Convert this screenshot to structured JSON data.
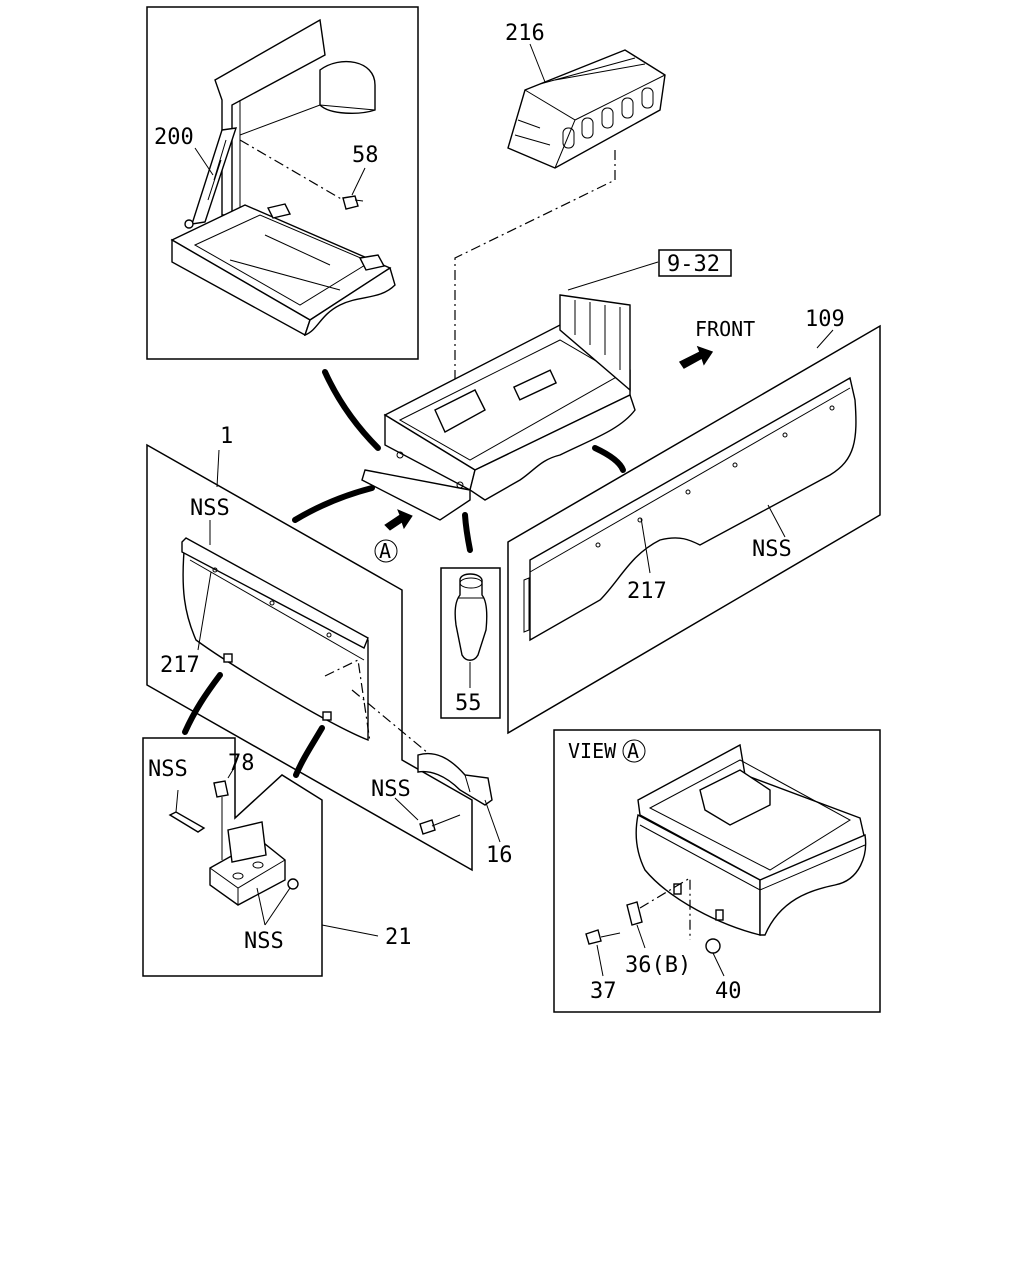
{
  "labels": {
    "p216": "216",
    "p200": "200",
    "p58": "58",
    "p9_32": "9-32",
    "front": "FRONT",
    "p109": "109",
    "p1": "1",
    "nss_top": "NSS",
    "marker_a": "A",
    "nss_right": "NSS",
    "p217_right": "217",
    "p217_left": "217",
    "p55": "55",
    "p78": "78",
    "nss_hinge": "NSS",
    "nss_latch": "NSS",
    "p16": "16",
    "nss_hinge_bottom": "NSS",
    "p21": "21",
    "view_a": "VIEW",
    "view_a_circle": "A",
    "p37": "37",
    "p36b": "36(B)",
    "p40": "40"
  }
}
